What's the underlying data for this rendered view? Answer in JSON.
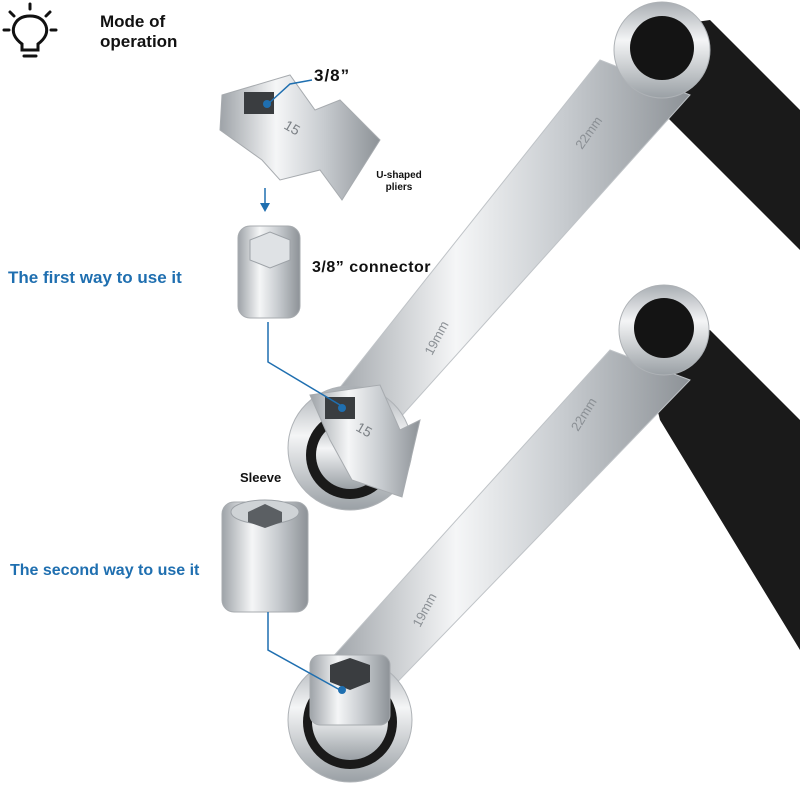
{
  "header": {
    "title_line1": "Mode of",
    "title_line2": "operation",
    "icon": "lightbulb-icon"
  },
  "labels": {
    "drive_size": "3/8”",
    "pliers_line1": "U-shaped",
    "pliers_line2": "pliers",
    "connector": "3/8” connector",
    "sleeve": "Sleeve",
    "first_way": "The first way to use it",
    "second_way": "The second way to use it"
  },
  "wrench_markings": {
    "wrench1_top": "22mm",
    "wrench1_bottom": "19mm",
    "wrench2_top": "22mm",
    "wrench2_bottom": "19mm",
    "pliers_size": "15"
  },
  "colors": {
    "accent_blue": "#1f6fb0",
    "dark": "#1a1a1a",
    "chrome": "#d9dce0"
  }
}
